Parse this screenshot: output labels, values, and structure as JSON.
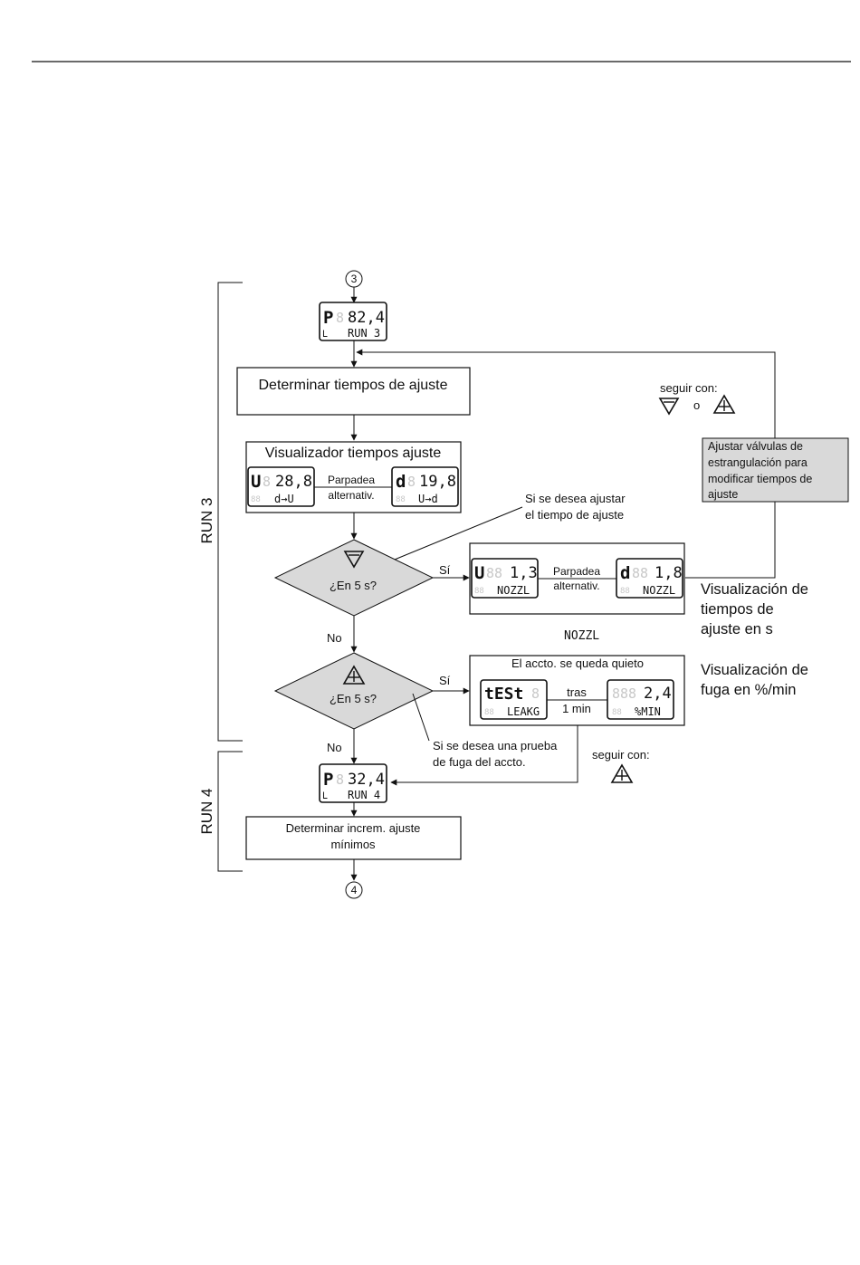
{
  "connectors": {
    "start": "3",
    "end": "4"
  },
  "brackets": {
    "run3": "RUN 3",
    "run4": "RUN 4"
  },
  "lcd_run3": {
    "main_prefix": "P",
    "main_value": "82,4",
    "ind": "ᒪ",
    "sub": "RUN 3"
  },
  "box_determinar": "Determinar tiempos de ajuste",
  "visualizador": {
    "title": "Visualizador tiempos ajuste",
    "left": {
      "prefix": "U",
      "value": "28,8",
      "sub": "d→U"
    },
    "middle_line1": "Parpadea",
    "middle_line2": "alternativ.",
    "right": {
      "prefix": "d",
      "value": "19,8",
      "sub": "U→d"
    }
  },
  "seguir1": {
    "label": "seguir con:",
    "or": "o"
  },
  "ajustar_note": "Ajustar válvulas de estrangulación para modificar tiempos de ajuste",
  "note_si_ajustar_1": "Si se desea ajustar",
  "note_si_ajustar_2": "el tiempo de ajuste",
  "diamond1": {
    "question": "¿En 5 s?"
  },
  "si1": "Sí",
  "box_nozzl": {
    "left": {
      "prefix": "U",
      "value": "1,3",
      "sub": "NOZZL"
    },
    "middle_line1": "Parpadea",
    "middle_line2": "alternativ.",
    "right": {
      "prefix": "d",
      "value": "1,8",
      "sub": "NOZZL"
    }
  },
  "vis_tiempos": [
    "Visualización de",
    "tiempos de",
    "ajuste en s"
  ],
  "nozzl_label": "NOZZL",
  "no1": "No",
  "diamond2": {
    "question": "¿En 5 s?"
  },
  "si2": "Sí",
  "box_leak": {
    "title": "El accto. se queda quieto",
    "left": {
      "value": "tESt",
      "sub": "LEAKG"
    },
    "middle_line1": "tras",
    "middle_line2": "1 min",
    "right": {
      "value": "2,4",
      "sub": "%MIN"
    }
  },
  "vis_fuga": [
    "Visualización de",
    "fuga en %/min"
  ],
  "note_prueba_1": "Si se desea una prueba",
  "note_prueba_2": "de fuga del accto.",
  "no2": "No",
  "seguir2": "seguir con:",
  "lcd_run4": {
    "main_prefix": "P",
    "main_value": "32,4",
    "ind": "ᒪ",
    "sub": "RUN 4"
  },
  "box_increm": [
    "Determinar increm. ajuste",
    "mínimos"
  ]
}
